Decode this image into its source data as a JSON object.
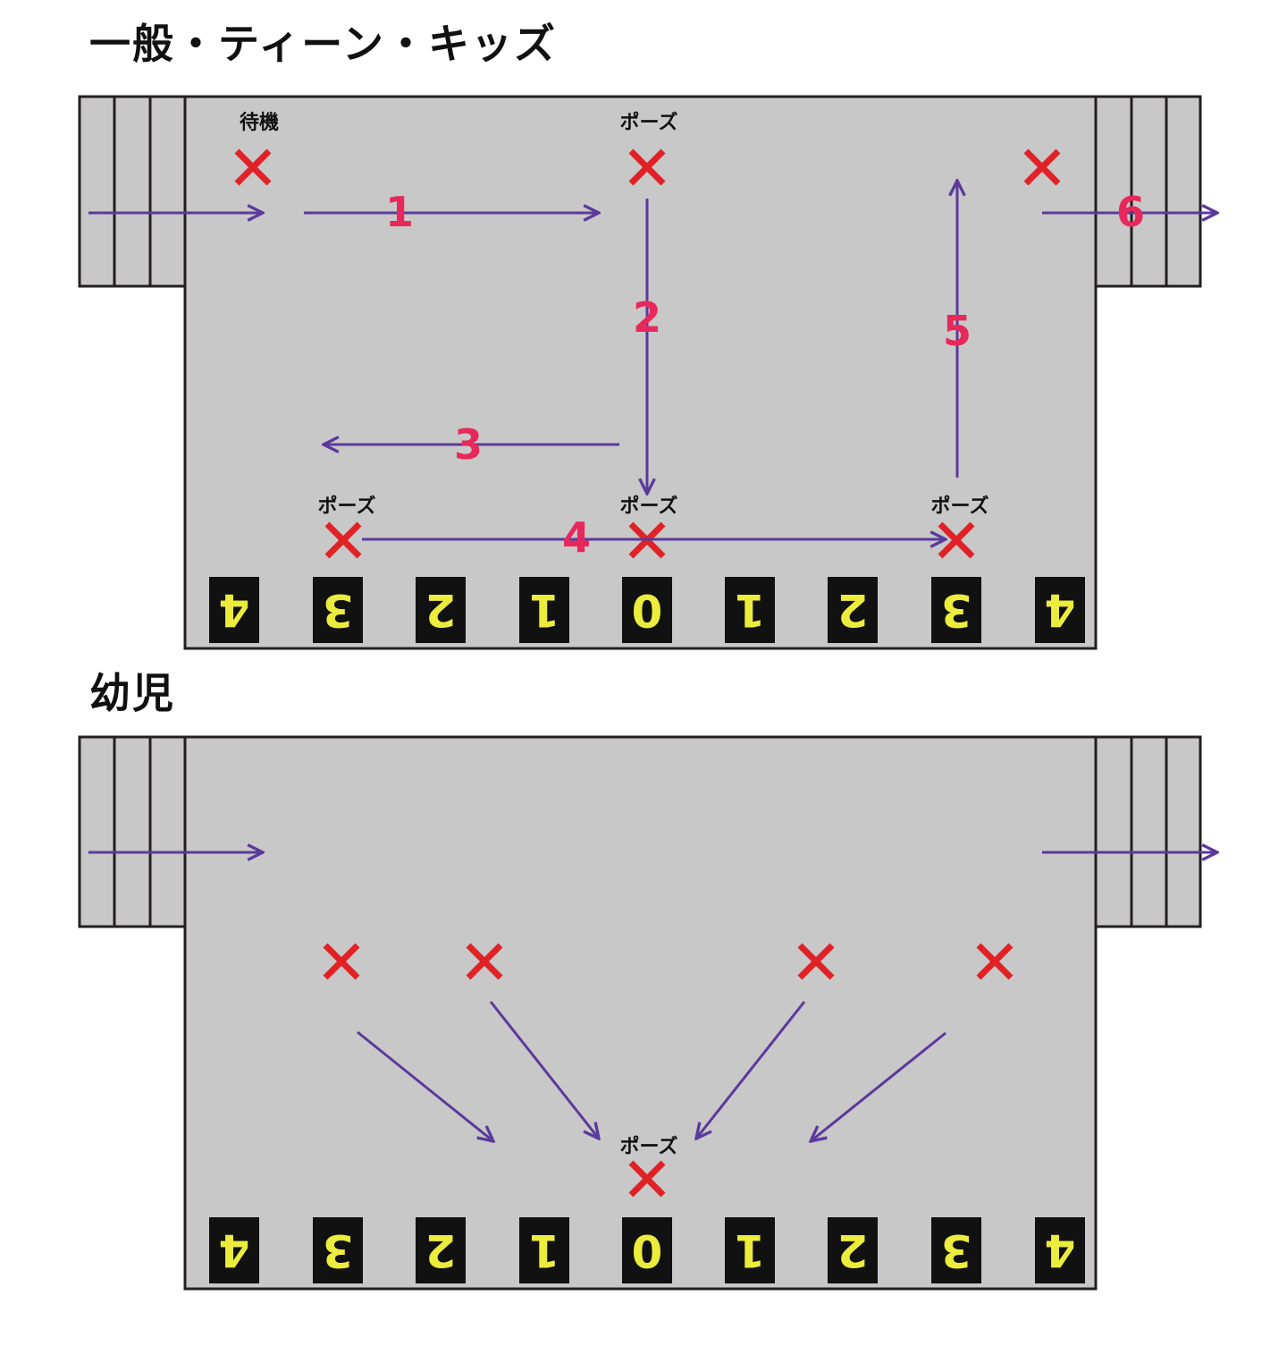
{
  "colors": {
    "stage": "#c8c8c8",
    "outline": "#231f20",
    "arrow": "#5b3a9c",
    "mark": "#e02227",
    "step_number": "#e8285a",
    "floor_number": "#ecec3c",
    "floor_plate": "#111111"
  },
  "floor_numbers": [
    "4",
    "3",
    "2",
    "1",
    "0",
    "1",
    "2",
    "3",
    "4"
  ],
  "diagrams": [
    {
      "title": "一般・ティーン・キッズ",
      "labels": [
        "待機",
        "ポーズ",
        "ポーズ",
        "ポーズ",
        "ポーズ"
      ],
      "steps": [
        "1",
        "2",
        "3",
        "4",
        "5",
        "6"
      ]
    },
    {
      "title": "幼児",
      "labels": [
        "ポーズ"
      ],
      "steps": []
    }
  ]
}
